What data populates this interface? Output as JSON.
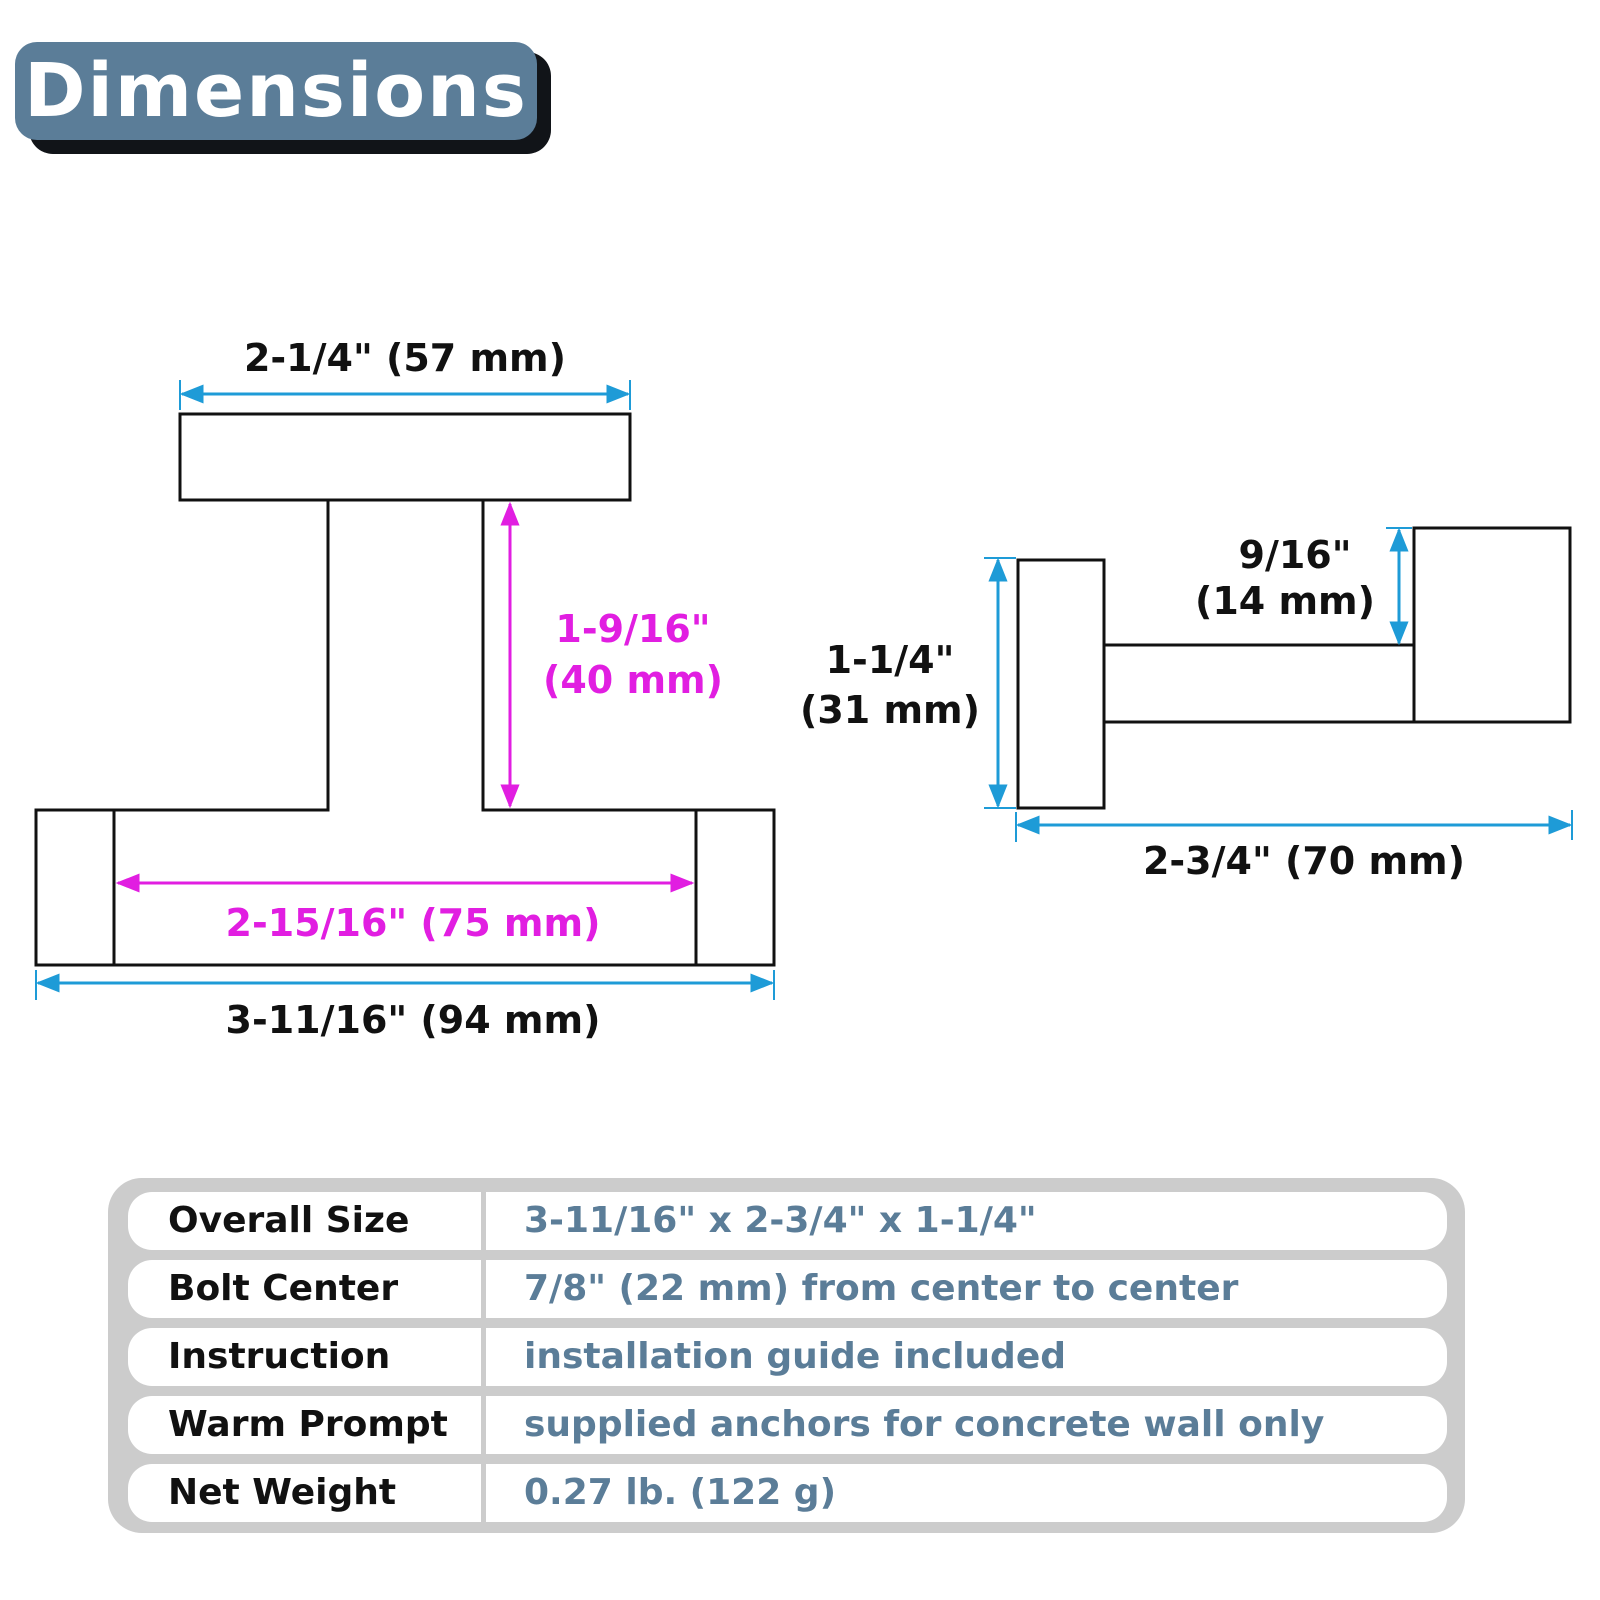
{
  "title": "Dimensions",
  "colors": {
    "title_bg": "#5b7d98",
    "cyan_dimension": "#1e9bd7",
    "magenta_dimension": "#e11ee1",
    "spec_value": "#5b7d98",
    "spec_frame": "#cccccc"
  },
  "front_view": {
    "top_width": "2-1/4\" (57 mm)",
    "post_height_line1": "1-9/16\"",
    "post_height_line2": "(40 mm)",
    "inner_width": "2-15/16\" (75 mm)",
    "overall_width": "3-11/16\" (94 mm)"
  },
  "side_view": {
    "end_offset_line1": "9/16\"",
    "end_offset_line2": "(14 mm)",
    "height_line1": "1-1/4\"",
    "height_line2": "(31 mm)",
    "depth": "2-3/4\" (70 mm)"
  },
  "specs": [
    {
      "label": "Overall Size",
      "value": "3-11/16\" x 2-3/4\" x 1-1/4\""
    },
    {
      "label": "Bolt Center",
      "value": "7/8\" (22 mm) from center to center"
    },
    {
      "label": "Instruction",
      "value": "installation guide included"
    },
    {
      "label": "Warm Prompt",
      "value": "supplied anchors for concrete wall only"
    },
    {
      "label": "Net Weight",
      "value": "0.27 lb. (122 g)"
    }
  ]
}
